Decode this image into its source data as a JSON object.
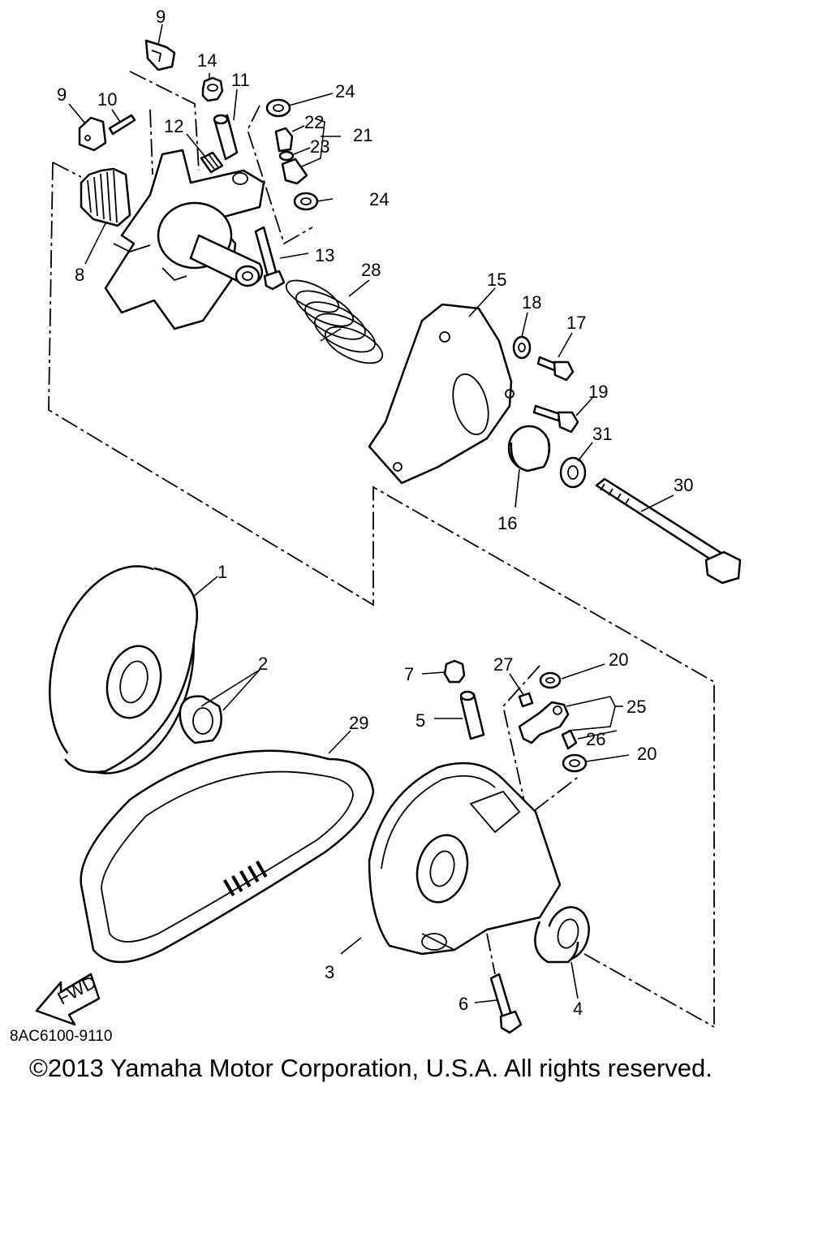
{
  "diagram": {
    "code": "8AC6100-9110",
    "copyright": "©2013 Yamaha Motor Corporation, U.S.A. All rights reserved.",
    "fwd_label": "FWD",
    "callouts": [
      "1",
      "2",
      "3",
      "4",
      "5",
      "6",
      "7",
      "8",
      "9",
      "9",
      "10",
      "11",
      "12",
      "13",
      "14",
      "15",
      "16",
      "17",
      "18",
      "19",
      "20",
      "20",
      "21",
      "22",
      "23",
      "24",
      "24",
      "25",
      "26",
      "27",
      "28",
      "29",
      "30",
      "31"
    ]
  }
}
